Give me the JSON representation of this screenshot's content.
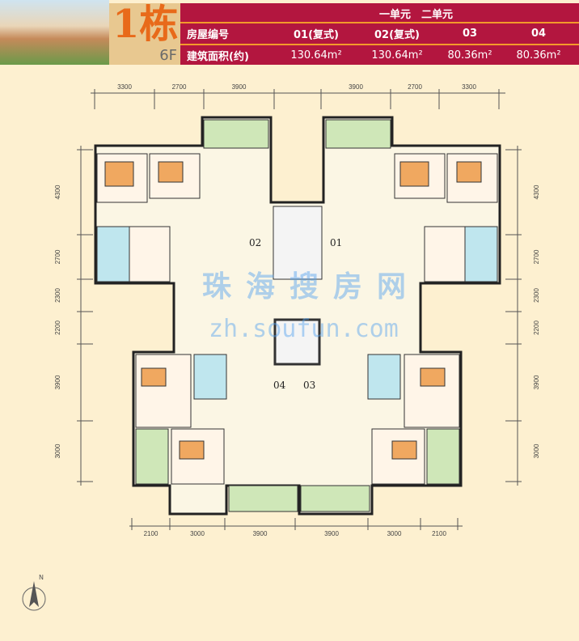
{
  "header": {
    "building": "1栋",
    "floors": "6F",
    "units_header": "一单元　二单元",
    "row1_label": "房屋编号",
    "row2_label": "建筑面积(约)",
    "units": [
      {
        "id": "01(复式)",
        "area": "130.64m²"
      },
      {
        "id": "02(复式)",
        "area": "130.64m²"
      },
      {
        "id": "03",
        "area": "80.36m²"
      },
      {
        "id": "04",
        "area": "80.36m²"
      }
    ]
  },
  "dimensions": {
    "top": [
      "3300",
      "2700",
      "3900",
      "3900",
      "2700",
      "3300"
    ],
    "bottom": [
      "2100",
      "3000",
      "3900",
      "3900",
      "3000",
      "2100"
    ],
    "left": [
      "4300",
      "2700",
      "2300",
      "2200",
      "3900",
      "3000"
    ],
    "right": [
      "4300",
      "2700",
      "2300",
      "2200",
      "3900",
      "3000"
    ]
  },
  "plan": {
    "unit_labels": [
      "02",
      "01",
      "04",
      "03"
    ]
  },
  "watermark": {
    "cn": "珠海搜房网",
    "url": "zh.soufun.com"
  },
  "colors": {
    "banner": "#b3163f",
    "accent": "#e86a1a",
    "background": "#fdf0d0"
  }
}
